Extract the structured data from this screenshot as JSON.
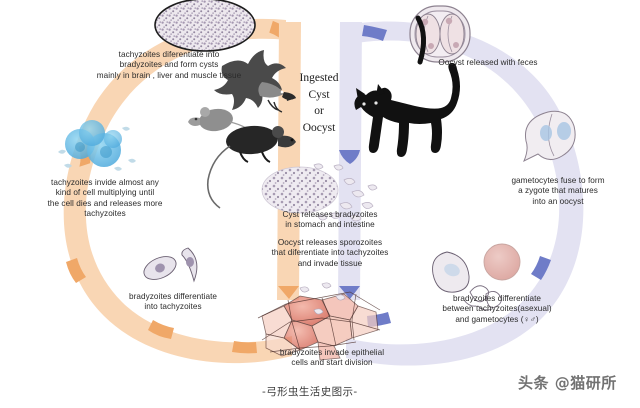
{
  "diagram": {
    "title_caption": "-弓形虫生活史图示-",
    "watermark": "头条 @猫研所",
    "center_label": "Ingested\nCyst\nor\nOocyst",
    "colors": {
      "left_ring": "#F9D6B4",
      "left_ring_arrow": "#F0A868",
      "right_ring": "#E3E2F2",
      "right_ring_arrow": "#6F7CC8",
      "text": "#2b2b2b",
      "cyst_fill": "#EDE8EE",
      "cyst_speckle": "#9B8FA8",
      "tachyzoite_cell": "#5BB8E8",
      "epithelial_cell": "#E06A57",
      "zygote": "#E5B7B2",
      "background": "#FFFFFF"
    },
    "labels": [
      {
        "id": "tissue-cyst-formation",
        "text": "tachyzoites diferentiate into\nbradyzoites and form cysts\nmainly in brain , liver and muscle tissue",
        "side": "left"
      },
      {
        "id": "tachyzoite-invasion",
        "text": "tachyzoites invide almost any\nkind of cell multiplying until\nthe cell dies and releases more\ntachyzoites",
        "side": "left"
      },
      {
        "id": "bradyzoite-to-tachyzoite",
        "text": "bradyzoites differentiate\ninto tachyzoites",
        "side": "left"
      },
      {
        "id": "cyst-release",
        "text": "Cyst releases bradyzoites\nin stomach and intestine",
        "side": "center"
      },
      {
        "id": "oocyst-release-sporozoites",
        "text": "Oocyst releases sporozoites\nthat diferentiate into tachyzoites\nand invade tissue",
        "side": "center"
      },
      {
        "id": "epithelial-invasion",
        "text": "bradyzoites invade epithelial\ncells and start division",
        "side": "center"
      },
      {
        "id": "oocyst-feces",
        "text": "Oocyst released with feces",
        "side": "right"
      },
      {
        "id": "gametocyte-fusion",
        "text": "gametocytes fuse to form\na zygote that matures\ninto an oocyst",
        "side": "right"
      },
      {
        "id": "bradyzoite-differentiation",
        "text": "bradyzoites differentiate\nbetween tachyzoites(asexual)\nand gametocytes (♀♂)",
        "side": "right"
      }
    ],
    "figures": [
      {
        "id": "tissue-cyst",
        "name": "tissue-cyst-illustration"
      },
      {
        "id": "infected-cells",
        "name": "infected-cell-cluster-illustration"
      },
      {
        "id": "tachyzoite-pair",
        "name": "bradyzoite-tachyzoite-illustration"
      },
      {
        "id": "bird",
        "name": "bird-illustration"
      },
      {
        "id": "mouse-grey",
        "name": "grey-mouse-illustration"
      },
      {
        "id": "mouse-black",
        "name": "black-mouse-illustration"
      },
      {
        "id": "cat",
        "name": "cat-illustration"
      },
      {
        "id": "ruptured-cyst",
        "name": "ruptured-cyst-illustration"
      },
      {
        "id": "epithelium",
        "name": "intestinal-epithelium-illustration"
      },
      {
        "id": "oocyst",
        "name": "sporulated-oocyst-illustration"
      },
      {
        "id": "zygote",
        "name": "zygote-illustration"
      },
      {
        "id": "gamete-pair",
        "name": "gametocyte-pair-illustration"
      }
    ]
  }
}
